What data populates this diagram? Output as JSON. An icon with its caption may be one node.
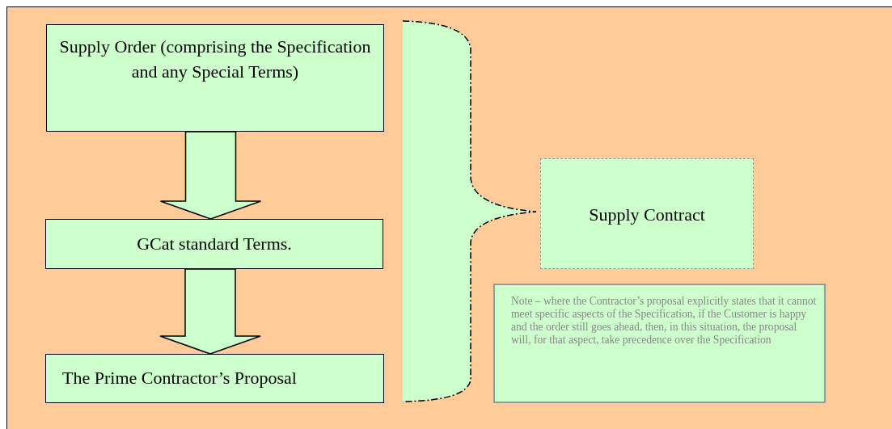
{
  "diagram": {
    "nodes": [
      {
        "text": [
          "Supply Order (comprising the Specification and any Special Terms)"
        ]
      },
      {
        "text": [
          "GCat standard Terms."
        ]
      },
      {
        "text": [
          "The Prime Contractor’s Proposal"
        ]
      },
      {
        "text": [
          "Supply Contract"
        ]
      },
      {
        "text": [
          "Note – where the Contractor’s proposal explicitly states that it cannot meet specific aspects of the Specification, if the Customer is happy and the order still goes ahead, then, in this situation, the proposal will, for that aspect, take precedence over the Specification"
        ]
      }
    ],
    "edges": [
      {
        "from": 0,
        "to": 1,
        "arrow": "to"
      },
      {
        "from": 1,
        "to": 2,
        "arrow": "to"
      }
    ]
  }
}
